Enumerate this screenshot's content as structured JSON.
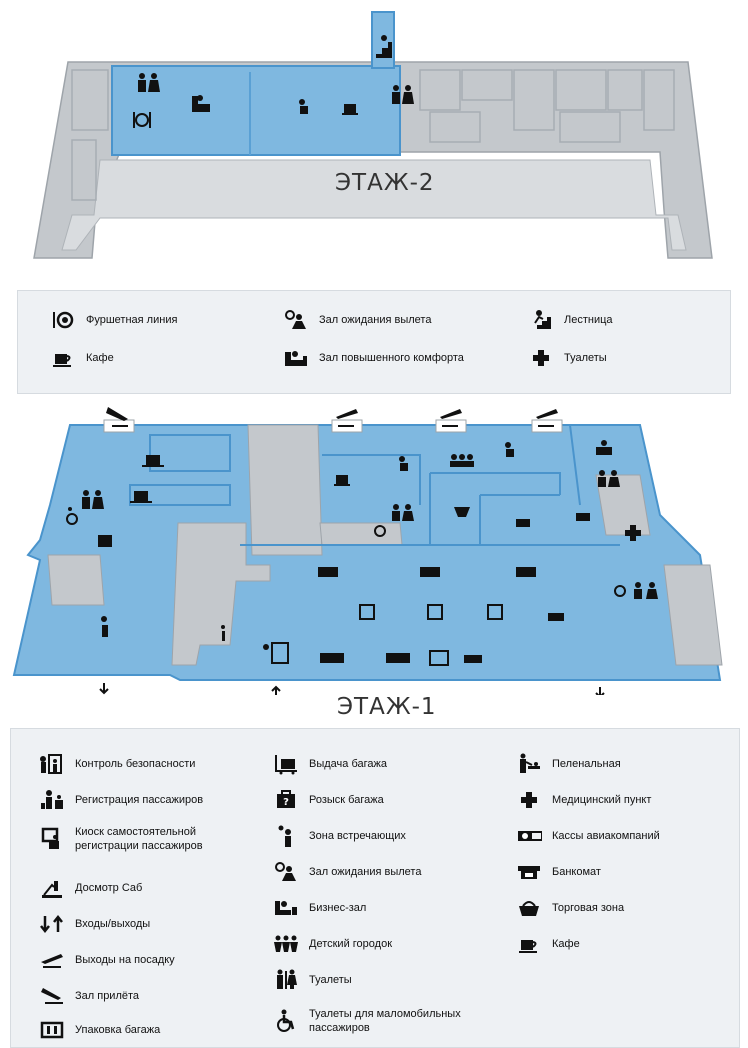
{
  "floor2": {
    "title": "ЭТАЖ-2",
    "legend": [
      {
        "icon": "buffet-icon",
        "label": "Фуршетная линия"
      },
      {
        "icon": "waiting-hall-icon",
        "label": "Зал ожидания вылета"
      },
      {
        "icon": "stairs-icon",
        "label": "Лестница"
      },
      {
        "icon": "cafe-icon",
        "label": "Кафе"
      },
      {
        "icon": "comfort-lounge-icon",
        "label": "Зал повышенного комфорта"
      },
      {
        "icon": "cross-icon",
        "label": "Туалеты"
      }
    ]
  },
  "floor1": {
    "title": "ЭТАЖ-1",
    "legend_col1": [
      {
        "icon": "security-control-icon",
        "label": "Контроль безопасности"
      },
      {
        "icon": "check-in-icon",
        "label": "Регистрация пассажиров"
      },
      {
        "icon": "self-check-in-kiosk-icon",
        "label": "Киоск самостоятельной регистрации пассажиров"
      },
      {
        "icon": "hand-luggage-check-icon",
        "label": "Досмотр Саб"
      },
      {
        "icon": "entrance-exit-icon",
        "label": "Входы/выходы"
      },
      {
        "icon": "departure-gate-icon",
        "label": "Выходы на посадку"
      },
      {
        "icon": "arrival-hall-icon",
        "label": "Зал прилёта"
      },
      {
        "icon": "baggage-wrap-icon",
        "label": "Упаковка багажа"
      }
    ],
    "legend_col2": [
      {
        "icon": "baggage-claim-icon",
        "label": "Выдача багажа"
      },
      {
        "icon": "lost-baggage-icon",
        "label": "Розыск багажа"
      },
      {
        "icon": "meeting-zone-icon",
        "label": "Зона встречающих"
      },
      {
        "icon": "waiting-hall-icon",
        "label": "Зал ожидания вылета"
      },
      {
        "icon": "business-lounge-icon",
        "label": "Бизнес-зал"
      },
      {
        "icon": "playground-icon",
        "label": "Детский городок"
      },
      {
        "icon": "toilets-icon",
        "label": "Туалеты"
      },
      {
        "icon": "accessible-toilet-icon",
        "label": "Туалеты для маломобильных пассажиров"
      }
    ],
    "legend_col3": [
      {
        "icon": "baby-room-icon",
        "label": "Пеленальная"
      },
      {
        "icon": "medical-cross-icon",
        "label": "Медицинский пункт"
      },
      {
        "icon": "airline-ticket-office-icon",
        "label": "Кассы авиакомпаний"
      },
      {
        "icon": "atm-icon",
        "label": "Банкомат"
      },
      {
        "icon": "shop-icon",
        "label": "Торговая зона"
      },
      {
        "icon": "cafe-icon",
        "label": "Кафе"
      }
    ]
  },
  "colors": {
    "blue_zone": "#7fb8e0",
    "blue_edge": "#4a94cc",
    "grey_zone": "#c4c8cc",
    "legend_bg": "#eef1f4"
  }
}
